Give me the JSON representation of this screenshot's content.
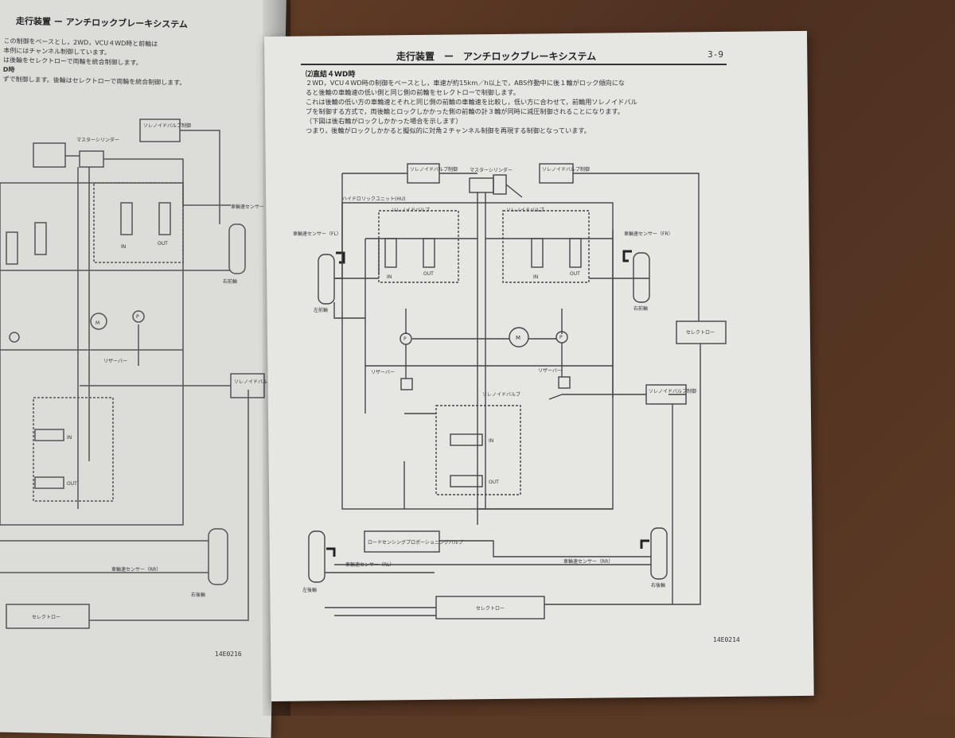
{
  "left_page": {
    "title": "走行装置 ー アンチロックブレーキシステム",
    "text_lines": [
      "この制御をベースとし，2WD，VCU４WD時と前輪は",
      "本例にはチャンネル制御しています。",
      "は後輪をセレクトローで両輪を統合制御します。",
      "D時",
      "ずで制御します。後輪はセレクトローで両輪を統合制御します。"
    ],
    "labels": {
      "solenoid_valve_control": "ソレノイドバルブ制御",
      "master_cylinder": "マスターシリンダー",
      "wheel_speed_sensor": "車輪速センサー",
      "right_front_wheel": "右前輪",
      "in": "IN",
      "out": "OUT",
      "reservoir": "リザーバー",
      "motor": "M",
      "pump": "P",
      "wheel_speed_sensor_rr": "車輪速センサー（RR）",
      "right_rear_wheel": "右後輪",
      "select_low": "セレクトロー"
    },
    "figure_code": "14E0216"
  },
  "right_page": {
    "header": {
      "title": "走行装置　ー　アンチロックブレーキシステム",
      "page_number": "3-9"
    },
    "section_title": "⑵直結４WD時",
    "body_lines": [
      "２WD，VCU４WD時の制御をベースとし，車速が約15km／h以上で，ABS作動中に後１輪がロック傾向にな",
      "ると後輪の車輪速の低い側と同じ側の前輪をセレクトローで制御します。",
      "これは後輪の低い方の車輪速とそれと同じ側の前輪の車輪速を比較し，低い方に合わせて，前輪用ソレノイドバル",
      "ブを制御する方式で，両後輪とロックしかかった側の前輪の計３輪が同時に減圧制御されることになります。",
      "（下図は後右輪がロックしかかった場合を示します）",
      "つまり，後輪がロックしかかると擬似的に対角２チャンネル制御を再現する制御となっています。"
    ],
    "diagram": {
      "solenoid_valve_control_left": "ソレノイドバルブ制御",
      "solenoid_valve_control_right": "ソレノイドバルブ制御",
      "solenoid_valve_control_rear": "ソレノイドバルブ制御",
      "master_cylinder": "マスターシリンダー",
      "hydraulic_unit": "ハイドロリックユニット(HU)",
      "solenoid_valve_left": "ソレノイドバルブ",
      "solenoid_valve_right": "ソレノイドバルブ",
      "solenoid_valve_rear": "ソレノイドバルブ",
      "wheel_speed_sensor_fl": "車輪速センサー（FL）",
      "wheel_speed_sensor_fr": "車輪速センサー（FR）",
      "wheel_speed_sensor_rl": "車輪速センサー（RL）",
      "wheel_speed_sensor_rr": "車輪速センサー（RR）",
      "left_front_wheel": "左前輪",
      "right_front_wheel": "右前輪",
      "left_rear_wheel": "左後輪",
      "right_rear_wheel": "右後輪",
      "in": "IN",
      "out": "OUT",
      "motor": "M",
      "pump": "P",
      "reservoir_left": "リザーバー",
      "reservoir_right": "リザーバー",
      "select_low_right": "セレクトロー",
      "select_low_bottom": "セレクトロー",
      "proportioning_valve": "ロードセンシングプロポーショニングバルブ"
    },
    "figure_code": "14E0214"
  }
}
